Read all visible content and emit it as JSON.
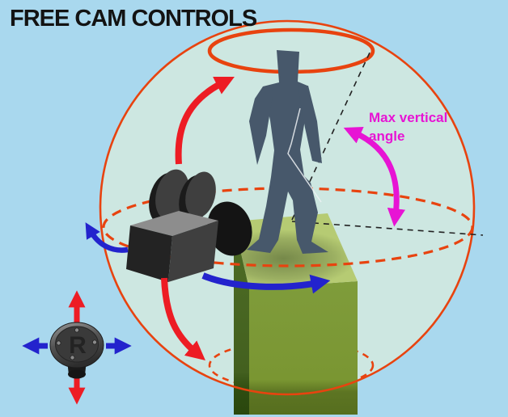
{
  "title": "FREE CAM CONTROLS",
  "annotation": {
    "line1": "Max vertical",
    "line2": "angle"
  },
  "joystick": {
    "letter": "R"
  },
  "colors": {
    "background": "#a9d8ee",
    "sphere_fill": "#cde7e1",
    "orbit_red": "#e8430f",
    "arrow_red": "#ed1c24",
    "arrow_blue": "#2323cd",
    "magenta": "#e714d4",
    "figure": "#47586b",
    "pedestal_top": "#b6cb73",
    "pedestal_front": "#7e9b3a",
    "pedestal_side": "#4e6d25",
    "camera_dark": "#232323",
    "camera_mid": "#3f3f3f",
    "camera_light": "#8d8d8d",
    "dashed_black": "#222222",
    "title_text": "#131313",
    "stick_body": "#3a3a3a"
  }
}
